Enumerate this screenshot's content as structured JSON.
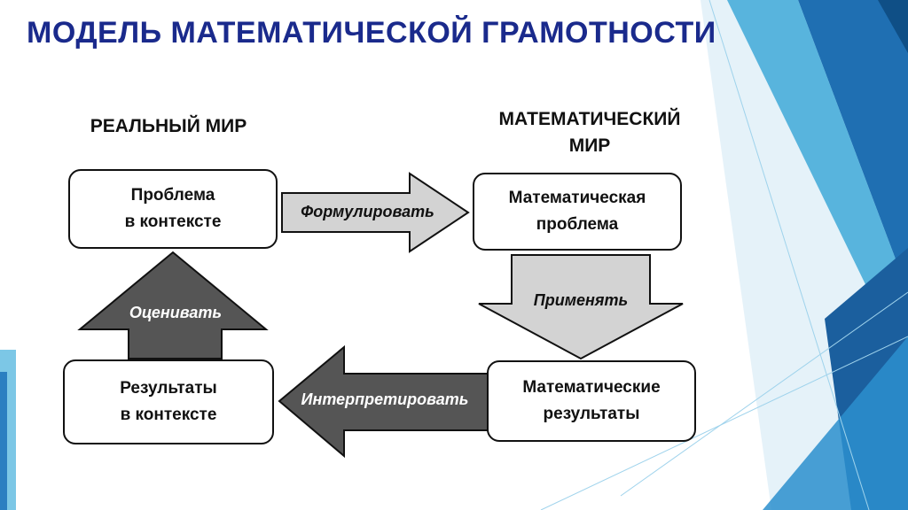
{
  "title": "МОДЕЛЬ МАТЕМАТИЧЕСКОЙ ГРАМОТНОСТИ",
  "colors": {
    "title": "#1a2a8c",
    "light_arrow": "#d3d3d3",
    "dark_arrow": "#555555",
    "deco_blue": "#2b7fc1",
    "deco_teal": "#3fa9d8"
  },
  "diagram": {
    "real_world_heading": "РЕАЛЬНЫЙ МИР",
    "math_world_heading_line1": "МАТЕМАТИЧЕСКИЙ",
    "math_world_heading_line2": "МИР",
    "boxes": {
      "problem_in_context": {
        "line1": "Проблема",
        "line2": "в контексте"
      },
      "math_problem": {
        "line1": "Математическая",
        "line2": "проблема"
      },
      "math_results": {
        "line1": "Математические",
        "line2": "результаты"
      },
      "results_in_context": {
        "line1": "Результаты",
        "line2": "в контексте"
      }
    },
    "arrows": {
      "formulate": "Формулировать",
      "apply": "Применять",
      "interpret": "Интерпретировать",
      "evaluate": "Оценивать"
    }
  }
}
